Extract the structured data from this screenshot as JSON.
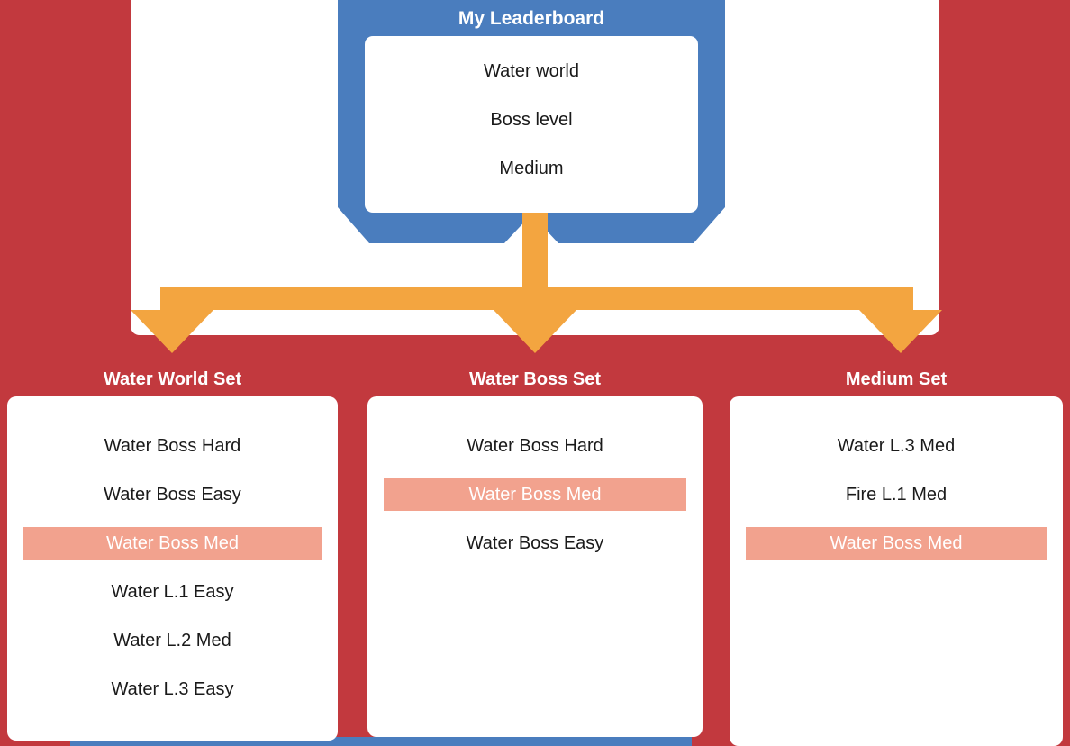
{
  "colors": {
    "background": "#c2393e",
    "node_blue": "#4a7dbe",
    "connector_orange": "#f3a540",
    "highlight_salmon": "#f2a28e",
    "card_white": "#ffffff"
  },
  "leaderboard": {
    "title": "My Leaderboard",
    "entries": [
      "Water world",
      "Boss level",
      "Medium"
    ]
  },
  "sets": [
    {
      "title": "Water World Set",
      "items": [
        {
          "label": "Water Boss Hard",
          "highlighted": false
        },
        {
          "label": "Water Boss Easy",
          "highlighted": false
        },
        {
          "label": "Water Boss Med",
          "highlighted": true
        },
        {
          "label": "Water L.1 Easy",
          "highlighted": false
        },
        {
          "label": "Water L.2 Med",
          "highlighted": false
        },
        {
          "label": "Water L.3 Easy",
          "highlighted": false
        }
      ]
    },
    {
      "title": "Water Boss Set",
      "items": [
        {
          "label": "Water Boss Hard",
          "highlighted": false
        },
        {
          "label": "Water Boss Med",
          "highlighted": true
        },
        {
          "label": "Water Boss Easy",
          "highlighted": false
        }
      ]
    },
    {
      "title": "Medium Set",
      "items": [
        {
          "label": "Water L.3 Med",
          "highlighted": false
        },
        {
          "label": "Fire L.1 Med",
          "highlighted": false
        },
        {
          "label": "Water Boss Med",
          "highlighted": true
        }
      ]
    }
  ]
}
